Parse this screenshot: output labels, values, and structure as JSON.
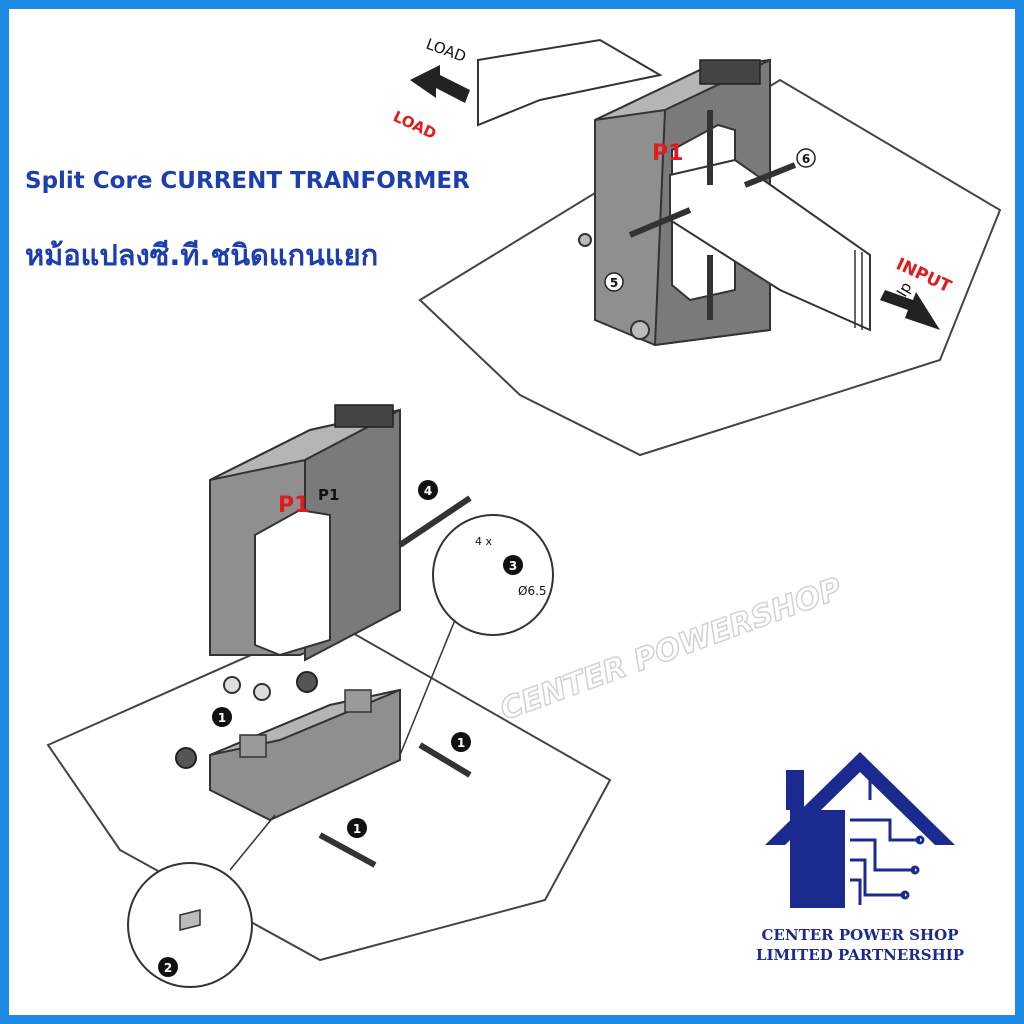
{
  "title_en": "Split Core CURRENT TRANFORMER",
  "title_th": "หม้อแปลงซี.ที.ชนิดแกนแยก",
  "labels": {
    "load_black": "LOAD",
    "load_red": "LOAD",
    "input": "INPUT",
    "ip": "Ip",
    "p1": "P1",
    "p1_small": "P1",
    "count_4x": "4 x",
    "diameter": "Ø6.5"
  },
  "callouts": {
    "top_6": "6",
    "top_5": "5",
    "step_1a": "1",
    "step_1b": "1",
    "step_1c": "1",
    "step_2": "2",
    "step_3": "3",
    "step_4": "4"
  },
  "watermark": "CENTER POWERSHOP",
  "company": {
    "line1": "CENTER POWER SHOP",
    "line2": "LIMITED PARTNERSHIP"
  },
  "colors": {
    "border": "#1e88e5",
    "title": "#1c3fb0",
    "red_label": "#e01b1b",
    "ct_gray": "#8f8f8f",
    "logo_blue": "#1b2a8f"
  }
}
